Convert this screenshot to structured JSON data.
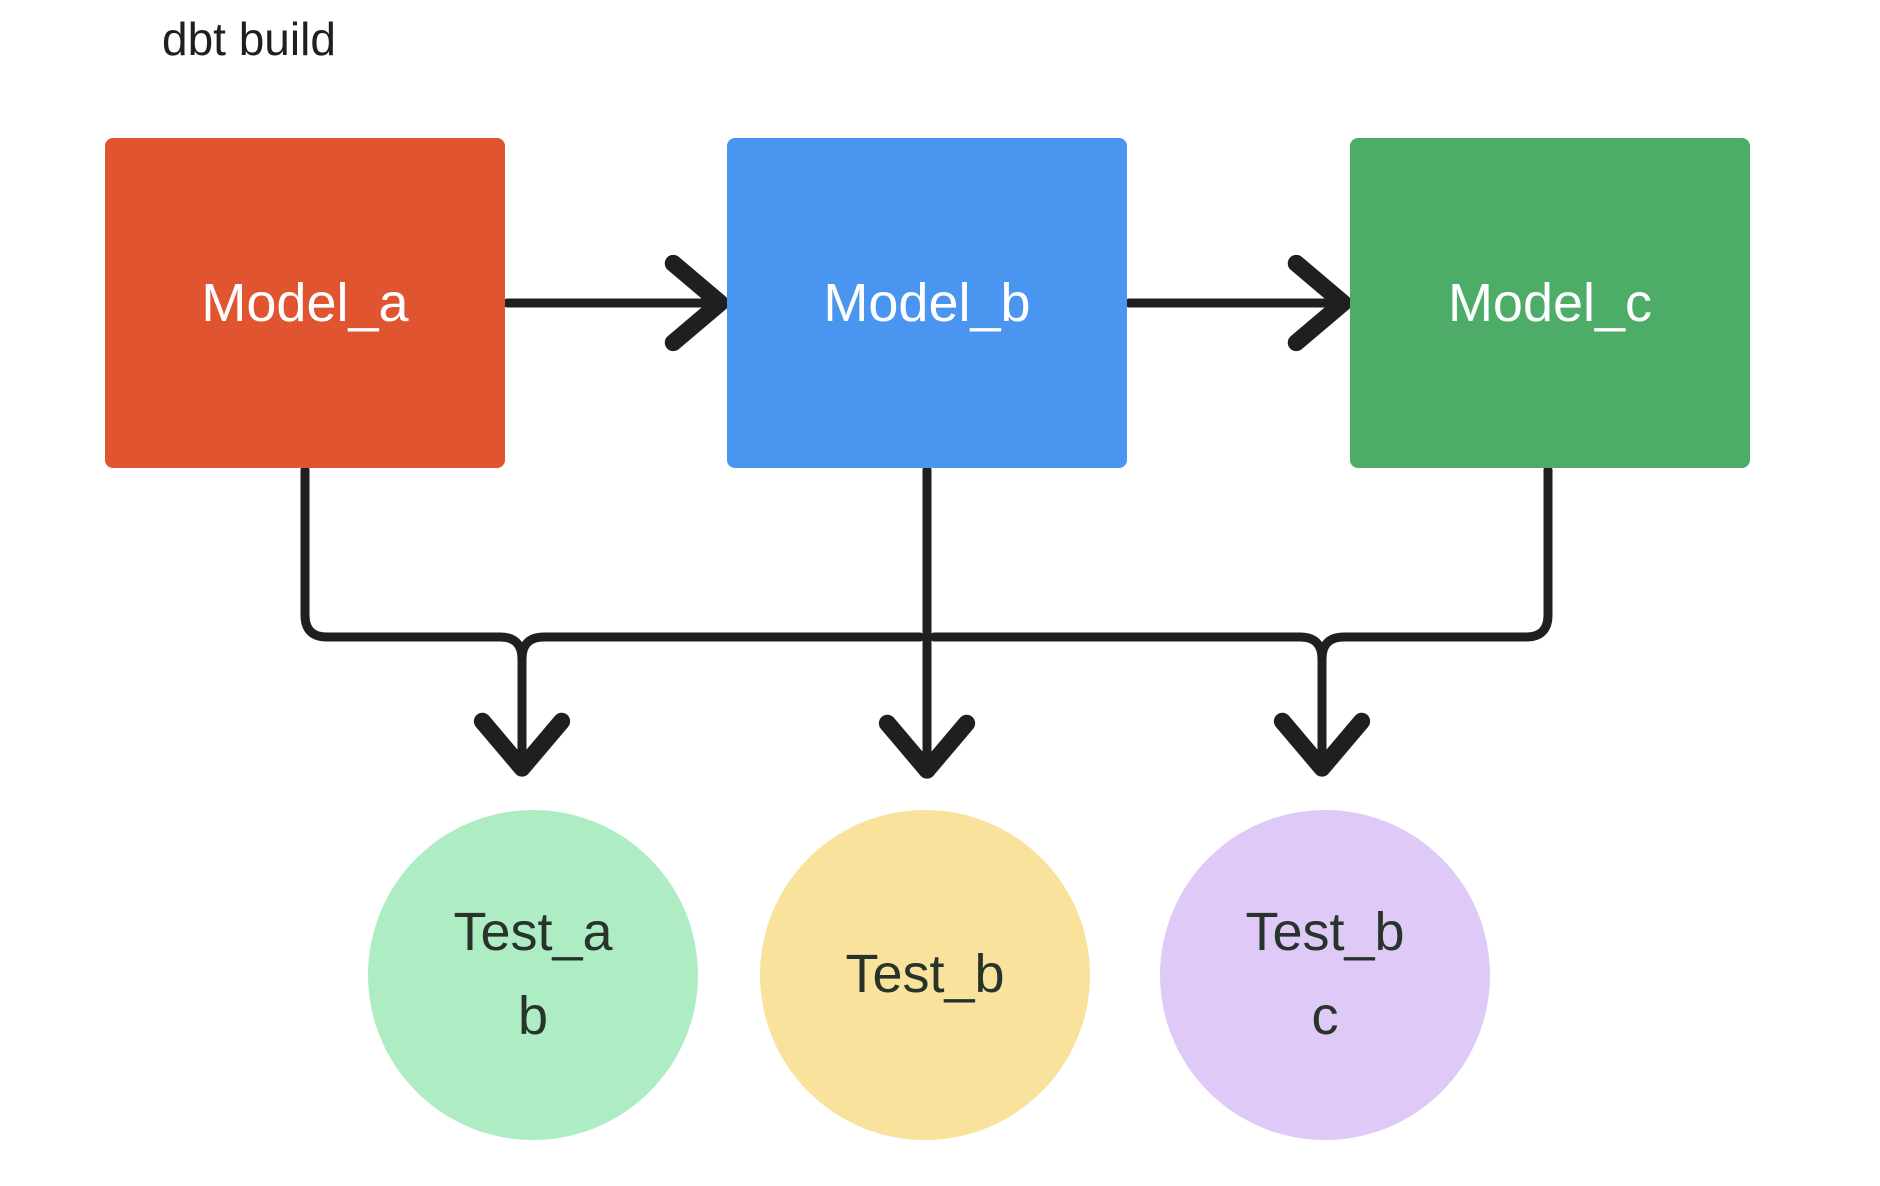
{
  "diagram": {
    "title": "dbt build",
    "background_color": "#ffffff",
    "edge_color": "#1f1f1f",
    "nodes": [
      {
        "id": "model_a",
        "label": "Model_a",
        "shape": "rectangle",
        "fill": "#E0552F",
        "text_color": "#ffffff"
      },
      {
        "id": "model_b",
        "label": "Model_b",
        "shape": "rectangle",
        "fill": "#4A95F0",
        "text_color": "#ffffff"
      },
      {
        "id": "model_c",
        "label": "Model_c",
        "shape": "rectangle",
        "fill": "#4CAC68",
        "text_color": "#ffffff"
      },
      {
        "id": "test_ab",
        "label": "Test_ab",
        "shape": "circle",
        "fill": "#AEEDC4",
        "text_color": "#27332b"
      },
      {
        "id": "test_b",
        "label": "Test_b",
        "shape": "circle",
        "fill": "#F8E29C",
        "text_color": "#27332b"
      },
      {
        "id": "test_bc",
        "label": "Test_bc",
        "shape": "circle",
        "fill": "#DFC9F7",
        "text_color": "#27332b"
      }
    ],
    "edges": [
      {
        "from": "model_a",
        "to": "model_b",
        "style": "arrow-right"
      },
      {
        "from": "model_b",
        "to": "model_c",
        "style": "arrow-right"
      },
      {
        "from": "model_a",
        "to": "test_ab",
        "style": "elbow-down"
      },
      {
        "from": "model_b",
        "to": "test_ab",
        "style": "elbow-down"
      },
      {
        "from": "model_b",
        "to": "test_b",
        "style": "straight-down"
      },
      {
        "from": "model_b",
        "to": "test_bc",
        "style": "elbow-down"
      },
      {
        "from": "model_c",
        "to": "test_bc",
        "style": "elbow-down"
      }
    ]
  }
}
